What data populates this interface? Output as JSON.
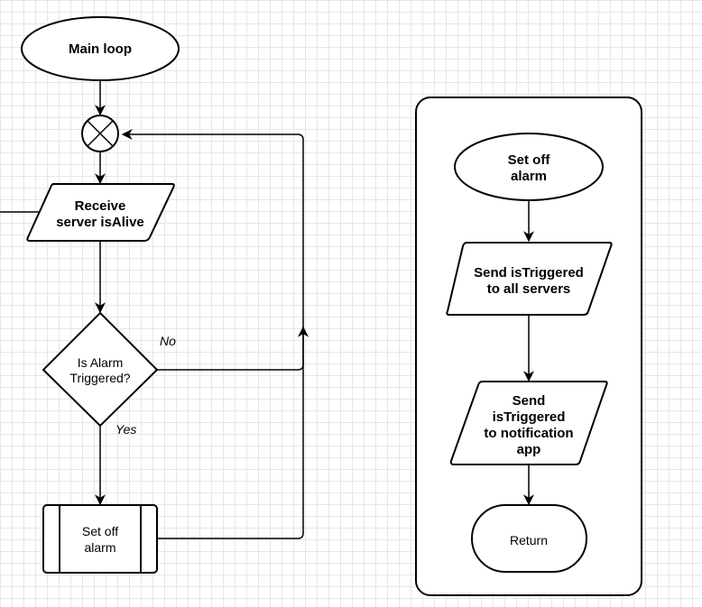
{
  "main_flow": {
    "start": "Main loop",
    "receive": [
      "Receive",
      "server isAlive"
    ],
    "decision": [
      "Is Alarm",
      "Triggered?"
    ],
    "edge_no": "No",
    "edge_yes": "Yes",
    "process": [
      "Set off",
      "alarm"
    ]
  },
  "subroutine": {
    "start": [
      "Set off",
      "alarm"
    ],
    "step1": [
      "Send isTriggered",
      "to all servers"
    ],
    "step2": [
      "Send",
      "isTriggered",
      "to notification",
      "app"
    ],
    "end": "Return"
  }
}
